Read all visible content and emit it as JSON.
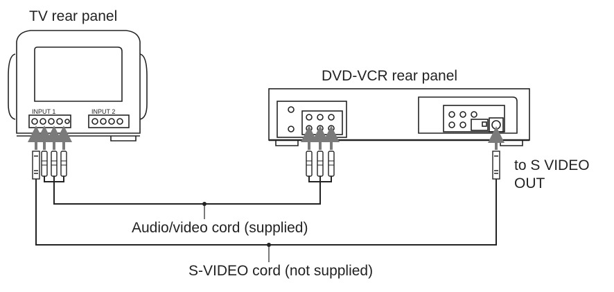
{
  "labels": {
    "tv_rear_panel": "TV rear panel",
    "dvd_vcr_rear_panel": "DVD-VCR rear panel",
    "input_1": "INPUT 1",
    "input_2": "INPUT 2",
    "to_s_video_out_line1": "to S VIDEO",
    "to_s_video_out_line2": "OUT",
    "audio_video_cord": "Audio/video cord (supplied)",
    "s_video_cord": "S-VIDEO cord (not supplied)"
  },
  "colors": {
    "line": "#222222",
    "arrow": "#7a7a7a",
    "background": "#ffffff"
  }
}
